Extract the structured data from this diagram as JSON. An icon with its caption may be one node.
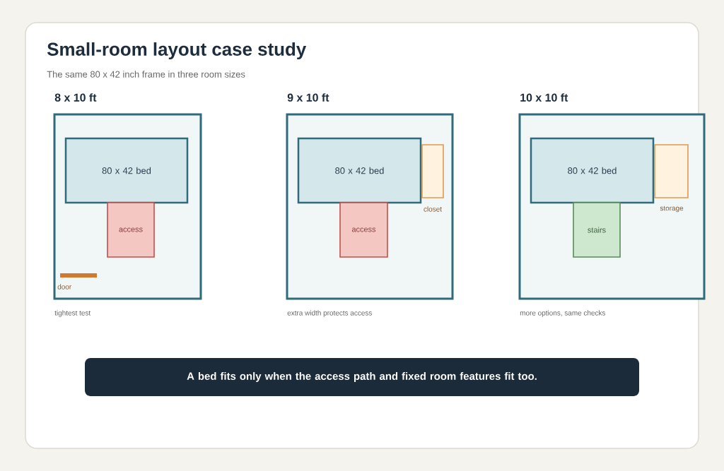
{
  "diagram": {
    "title": "Small-room layout case study",
    "nodes": [
      {
        "text": [
          "8 x 10 ft"
        ],
        "beside": [
          "tightest test"
        ]
      },
      {
        "text": [
          "80 x 42 bed"
        ],
        "in": 0
      },
      {
        "text": [
          "access"
        ],
        "in": 0
      },
      {
        "text": [],
        "shape": "bar",
        "in": 0,
        "beside": [
          "door"
        ]
      },
      {
        "text": [
          "9 x 10 ft"
        ],
        "beside": [
          "extra width protects access"
        ]
      },
      {
        "text": [
          "80 x 42 bed"
        ],
        "in": 4
      },
      {
        "text": [
          "access"
        ],
        "in": 4
      },
      {
        "text": [],
        "shape": "box",
        "in": 4,
        "beside": [
          "closet"
        ]
      },
      {
        "text": [
          "10 x 10 ft"
        ],
        "beside": [
          "more options, same checks"
        ]
      },
      {
        "text": [
          "80 x 42 bed"
        ],
        "in": 8
      },
      {
        "text": [
          "stairs"
        ],
        "in": 8
      },
      {
        "text": [],
        "shape": "box",
        "in": 8,
        "beside": [
          "storage"
        ]
      },
      {
        "text": [
          "A bed fits only when the access path and fixed room features fit too."
        ]
      }
    ],
    "labels": [
      "The same 80 x 42 inch frame in three room sizes"
    ]
  }
}
